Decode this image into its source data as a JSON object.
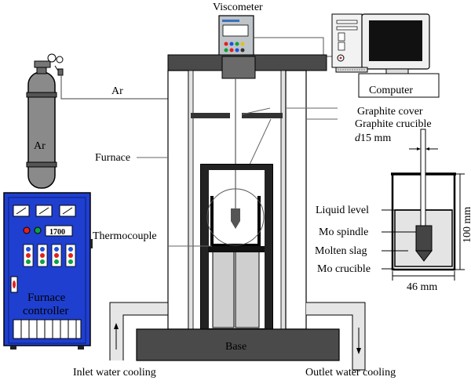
{
  "labels": {
    "viscometer": "Viscometer",
    "computer": "Computer",
    "ar_line": "Ar",
    "ar_tank": "Ar",
    "graphite_cover": "Graphite cover",
    "graphite_crucible": "Graphite crucible",
    "d15_italic": "d",
    "d15_rest": "15 mm",
    "furnace": "Furnace",
    "liquid_level": "Liquid level",
    "mo_spindle": "Mo spindle",
    "molten_slag": "Molten slag",
    "mo_crucible": "Mo crucible",
    "thermocouple": "Thermocouple",
    "width_46": "46 mm",
    "height_100": "100 mm",
    "controller_line1": "Furnace",
    "controller_line2": "controller",
    "controller_display": "1700",
    "base": "Base",
    "inlet": "Inlet water cooling",
    "outlet": "Outlet water cooling"
  },
  "colors": {
    "controller_blue": "#1f3fd0",
    "steel_dark": "#4a4a4a",
    "steel_mid": "#7a7a7a",
    "light_gray": "#d0d0d0",
    "button_red": "#e02020",
    "button_green": "#10a040",
    "button_blue": "#2050e0"
  }
}
